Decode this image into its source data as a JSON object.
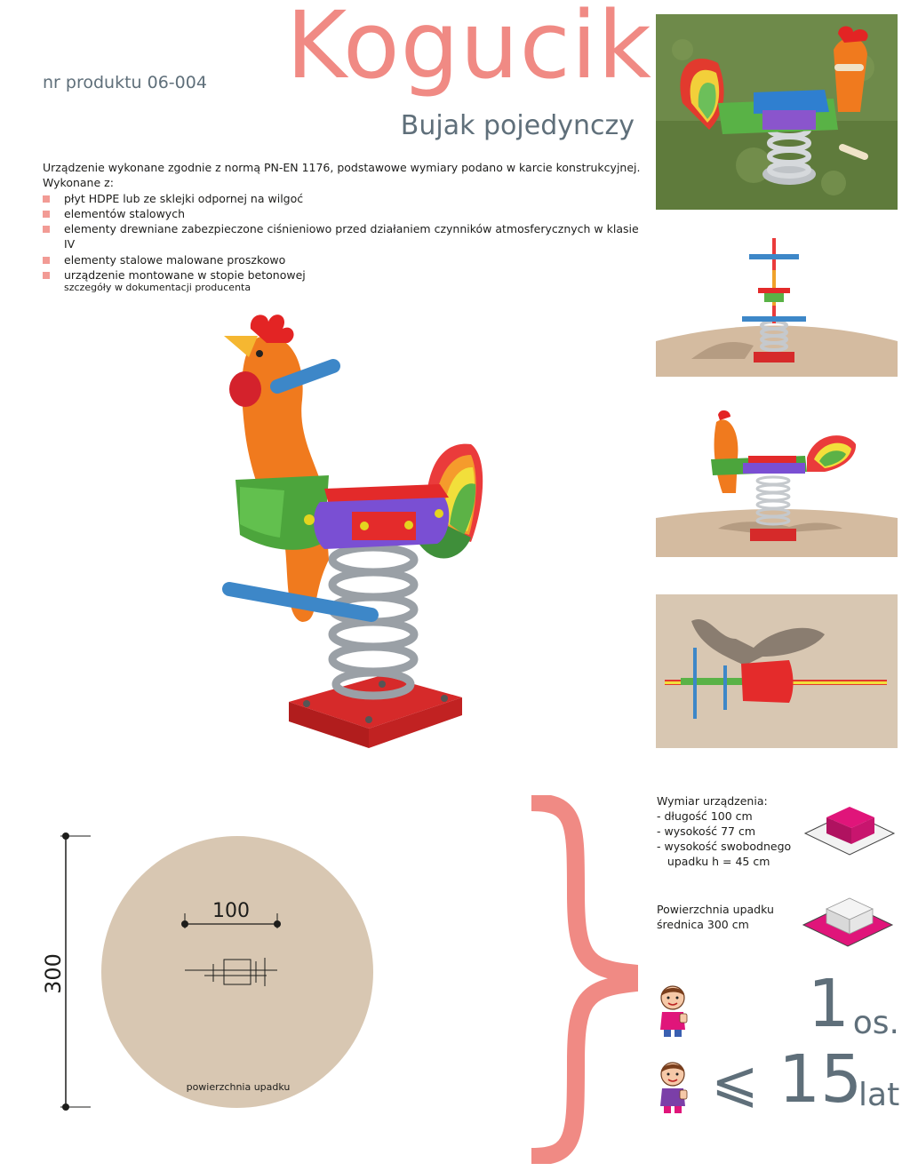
{
  "header": {
    "product_number": "nr produktu 06-004",
    "title": "Kogucik",
    "subtitle": "Bujak pojedynczy"
  },
  "description": {
    "intro": "Urządzenie wykonane zgodnie z normą PN-EN 1176, podstawowe wymiary podano w karcie konstrukcyjnej.",
    "made_of_label": "Wykonane z:",
    "materials": [
      "płyt HDPE lub ze sklejki odpornej na wilgoć",
      "elementów stalowych",
      "elementy drewniane zabezpieczone ciśnieniowo przed działaniem czynników atmosferycznych w klasie IV",
      "elementy stalowe malowane proszkowo",
      "urządzenie montowane w stopie betonowej"
    ],
    "details_note": "szczegóły w dokumentacji producenta"
  },
  "plan": {
    "diameter_label": "300",
    "device_length_label": "100",
    "surface_label": "powierzchnia upadku"
  },
  "specs": {
    "title": "Wymiar urządzenia:",
    "lines": [
      "- długość 100 cm",
      "- wysokość 77 cm",
      "- wysokość swobodnego",
      "   upadku h = 45 cm"
    ],
    "fall_surface_lines": [
      "Powierzchnia upadku",
      "średnica 300 cm"
    ]
  },
  "users": {
    "count": "1",
    "unit": "os."
  },
  "age": {
    "symbol": "⩽",
    "value": "15",
    "unit": "lat"
  },
  "colors": {
    "accent": "#f08a84",
    "grey_text": "#5f6f7a",
    "surface": "#d8c7b2",
    "magenta": "#e0157a"
  }
}
